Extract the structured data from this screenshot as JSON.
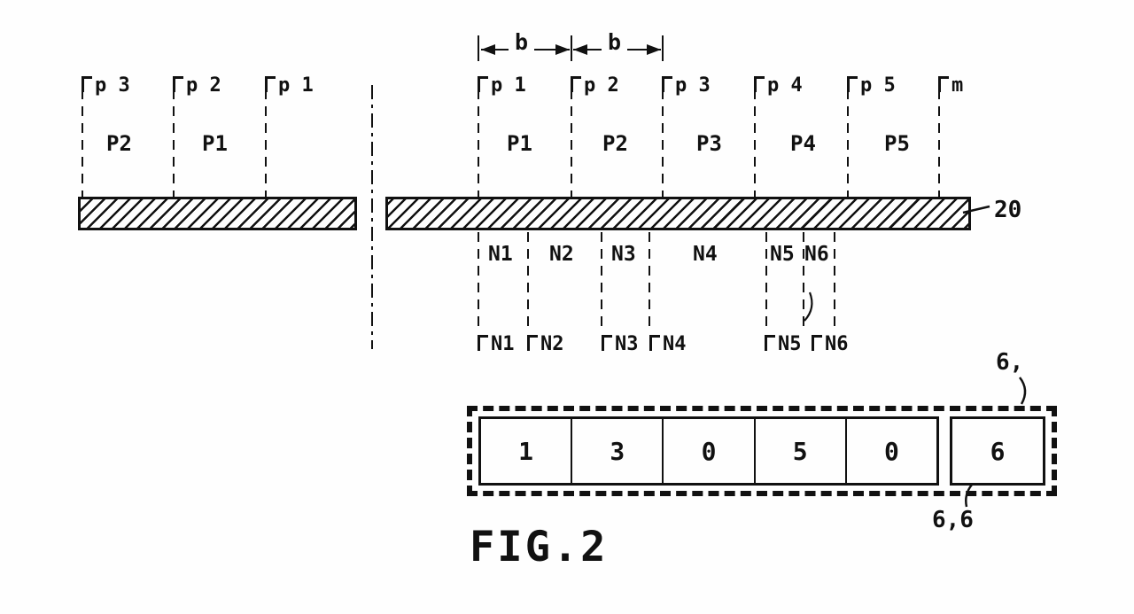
{
  "dimension": {
    "labels": [
      "b",
      "b"
    ]
  },
  "upper_left": {
    "ticks": [
      "p 3",
      "p 2",
      "p 1"
    ],
    "segments": [
      "P2",
      "P1"
    ]
  },
  "upper_right": {
    "ticks": [
      "p 1",
      "p 2",
      "p 3",
      "p 4",
      "p 5",
      "m"
    ],
    "segments": [
      "P1",
      "P2",
      "P3",
      "P4",
      "P5"
    ]
  },
  "bar": {
    "reference": "20"
  },
  "lower": {
    "segments": [
      "N1",
      "N2",
      "N3",
      "N4",
      "N5",
      "N6"
    ],
    "ticks": [
      "N1",
      "N2",
      "N3",
      "N4",
      "N5",
      "N6"
    ]
  },
  "register": {
    "reference": "6,",
    "cells": [
      "1",
      "3",
      "0",
      "5",
      "0"
    ],
    "extra_cell": "6",
    "extra_cell_reference": "6,6"
  },
  "caption": "FIG.2"
}
